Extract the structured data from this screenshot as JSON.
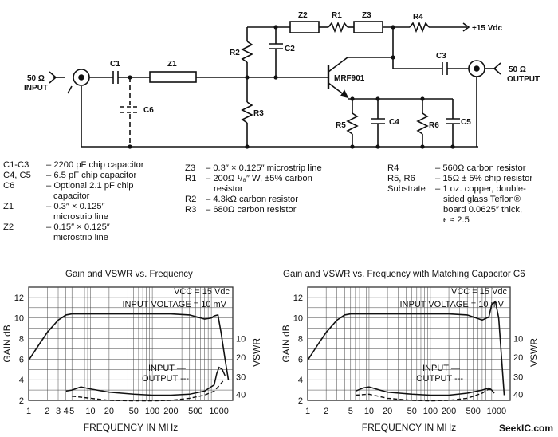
{
  "schematic": {
    "input_label": [
      "50 Ω",
      "INPUT"
    ],
    "output_label": [
      "50 Ω",
      "OUTPUT"
    ],
    "supply_label": "+15 Vdc",
    "transistor_label": "MRF901",
    "refs": [
      "C1",
      "Z1",
      "C6",
      "R2",
      "C2",
      "R3",
      "Z2",
      "R1",
      "Z3",
      "R4",
      "C3",
      "R5",
      "C4",
      "R6",
      "C5"
    ]
  },
  "parts_list": {
    "col1": [
      {
        "ref": "C1-C3",
        "desc": "– 2200 pF chip capacitor"
      },
      {
        "ref": "C4, C5",
        "desc": "– 6.5 pF chip capacitor"
      },
      {
        "ref": "C6",
        "desc": "– Optional 2.1 pF chip"
      },
      {
        "ref": "",
        "desc": "capacitor"
      },
      {
        "ref": "Z1",
        "desc": "– 0.3″ × 0.125″"
      },
      {
        "ref": "",
        "desc": "microstrip line"
      },
      {
        "ref": "Z2",
        "desc": "– 0.15″ × 0.125″"
      },
      {
        "ref": "",
        "desc": "microstrip line"
      }
    ],
    "col2": [
      {
        "ref": "Z3",
        "desc": "– 0.3″ × 0.125″ microstrip line"
      },
      {
        "ref": "R1",
        "desc": "– 200Ω ¹/₈″ W, ±5% carbon"
      },
      {
        "ref": "",
        "desc": "resistor"
      },
      {
        "ref": "R2",
        "desc": "– 4.3kΩ carbon resistor"
      },
      {
        "ref": "R3",
        "desc": "– 680Ω carbon resistor"
      }
    ],
    "col3": [
      {
        "ref": "R4",
        "desc": "– 560Ω carbon resistor"
      },
      {
        "ref": "R5, R6",
        "desc": "– 15Ω ± 5% chip resistor"
      },
      {
        "ref": "Substrate",
        "desc": "– 1 oz. copper, double-"
      },
      {
        "ref": "",
        "desc": "sided glass Teflon®"
      },
      {
        "ref": "",
        "desc": "board 0.0625″ thick,"
      },
      {
        "ref": "",
        "desc": "ϵ ≈ 2.5"
      }
    ]
  },
  "chart_data": [
    {
      "type": "line",
      "title": "Gain and VSWR vs. Frequency",
      "annotations": [
        "VCC = 15 Vdc",
        "INPUT VOLTAGE = 10 mV"
      ],
      "legend": [
        "INPUT —",
        "OUTPUT ---"
      ],
      "xlabel": "FREQUENCY IN MHz",
      "ylabel": "GAIN dB",
      "y2label": "VSWR",
      "xscale": "log",
      "xlim": [
        1,
        2000
      ],
      "xticks": [
        "1",
        "2",
        "3",
        "4",
        "5",
        "10",
        "20",
        "50",
        "100",
        "200",
        "500",
        "1000"
      ],
      "ylim": [
        2,
        13
      ],
      "yticks": [
        "2",
        "4",
        "6",
        "8",
        "10",
        "12"
      ],
      "y2ticks": [
        "10",
        "20",
        "30",
        "40"
      ],
      "series": [
        {
          "values": [
            [
              1,
              5.9
            ],
            [
              1.5,
              7.5
            ],
            [
              2,
              8.6
            ],
            [
              3,
              9.8
            ],
            [
              4,
              10.3
            ],
            [
              5,
              10.4
            ],
            [
              10,
              10.4
            ],
            [
              20,
              10.4
            ],
            [
              50,
              10.4
            ],
            [
              100,
              10.4
            ],
            [
              200,
              10.4
            ],
            [
              400,
              10.3
            ],
            [
              700,
              9.9
            ],
            [
              900,
              10.0
            ],
            [
              1000,
              10.2
            ],
            [
              1150,
              10.3
            ],
            [
              1300,
              8.5
            ],
            [
              1500,
              6
            ],
            [
              1700,
              4
            ]
          ]
        },
        {
          "values": [
            [
              4,
              2.9
            ],
            [
              5,
              3.0
            ],
            [
              7,
              3.3
            ],
            [
              10,
              3.1
            ],
            [
              20,
              2.8
            ],
            [
              50,
              2.6
            ],
            [
              100,
              2.5
            ],
            [
              200,
              2.5
            ],
            [
              400,
              2.6
            ],
            [
              700,
              2.9
            ],
            [
              1000,
              3.5
            ],
            [
              1100,
              4.6
            ],
            [
              1200,
              5.2
            ],
            [
              1350,
              5.0
            ],
            [
              1500,
              4.4
            ]
          ]
        },
        {
          "values": [
            [
              5,
              2.4
            ],
            [
              10,
              2.2
            ],
            [
              20,
              2.0
            ],
            [
              50,
              1.95
            ],
            [
              100,
              1.95
            ],
            [
              200,
              2.0
            ],
            [
              400,
              2.2
            ],
            [
              700,
              2.5
            ],
            [
              1000,
              2.9
            ],
            [
              1200,
              3.4
            ],
            [
              1400,
              3.9
            ]
          ]
        }
      ]
    },
    {
      "type": "line",
      "title": "Gain and VSWR vs. Frequency with Matching Capacitor C6",
      "annotations": [
        "VCC = 15 Vdc",
        "INPUT VOLTAGE = 10 mV"
      ],
      "legend": [
        "INPUT —",
        "OUTPUT ---"
      ],
      "xlabel": "FREQUENCY IN MHz",
      "ylabel": "GAIN dB",
      "y2label": "VSWR",
      "xscale": "log",
      "xlim": [
        1,
        2000
      ],
      "xticks": [
        "1",
        "2",
        "5",
        "10",
        "20",
        "50",
        "100",
        "200",
        "500",
        "1000"
      ],
      "ylim": [
        2,
        13
      ],
      "yticks": [
        "2",
        "4",
        "6",
        "8",
        "10",
        "12"
      ],
      "y2ticks": [
        "10",
        "20",
        "30",
        "40"
      ],
      "series": [
        {
          "values": [
            [
              1,
              5.9
            ],
            [
              1.5,
              7.5
            ],
            [
              2,
              8.6
            ],
            [
              3,
              9.8
            ],
            [
              4,
              10.3
            ],
            [
              5,
              10.4
            ],
            [
              10,
              10.4
            ],
            [
              20,
              10.4
            ],
            [
              50,
              10.4
            ],
            [
              100,
              10.4
            ],
            [
              200,
              10.4
            ],
            [
              400,
              10.3
            ],
            [
              700,
              9.8
            ],
            [
              900,
              10.1
            ],
            [
              1000,
              11.3
            ],
            [
              1150,
              11.6
            ],
            [
              1300,
              10
            ],
            [
              1450,
              6
            ],
            [
              1600,
              2.5
            ]
          ]
        },
        {
          "values": [
            [
              6,
              2.9
            ],
            [
              8,
              3.2
            ],
            [
              10,
              3.3
            ],
            [
              15,
              3.0
            ],
            [
              20,
              2.8
            ],
            [
              50,
              2.6
            ],
            [
              100,
              2.5
            ],
            [
              200,
              2.5
            ],
            [
              400,
              2.7
            ],
            [
              700,
              3.0
            ],
            [
              900,
              3.2
            ],
            [
              1000,
              3.0
            ],
            [
              1100,
              2.7
            ]
          ]
        },
        {
          "values": [
            [
              6,
              2.5
            ],
            [
              10,
              2.6
            ],
            [
              20,
              2.2
            ],
            [
              50,
              2.0
            ],
            [
              100,
              1.95
            ],
            [
              200,
              2.0
            ],
            [
              400,
              2.2
            ],
            [
              700,
              2.7
            ],
            [
              900,
              3.1
            ],
            [
              1000,
              3.0
            ]
          ]
        }
      ]
    }
  ],
  "watermark": "SeekIC.com"
}
